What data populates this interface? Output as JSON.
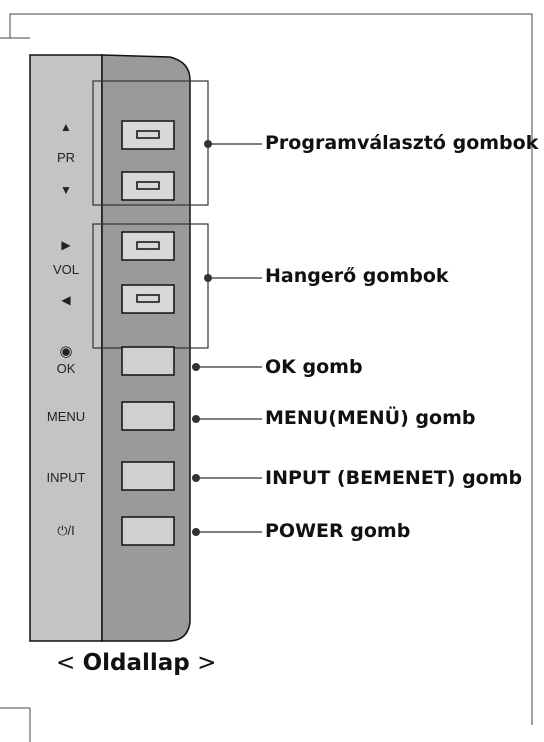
{
  "panel": {
    "labels": {
      "pr_up": "▲",
      "pr": "PR",
      "pr_down": "▼",
      "vol_right": "▶",
      "vol": "VOL",
      "vol_left": "◀",
      "ok_symbol": "◉",
      "ok": "OK",
      "menu": "MENU",
      "input": "INPUT",
      "power": "⏻/I"
    }
  },
  "callouts": {
    "program": "Programválasztó gombok",
    "volume": "Hangerő gombok",
    "ok": "OK gomb",
    "menu": "MENU(MENÜ) gomb",
    "input": "INPUT (BEMENET) gomb",
    "power": "POWER gomb"
  },
  "caption": {
    "open": "< ",
    "text": "Oldallap",
    "close": " >"
  }
}
